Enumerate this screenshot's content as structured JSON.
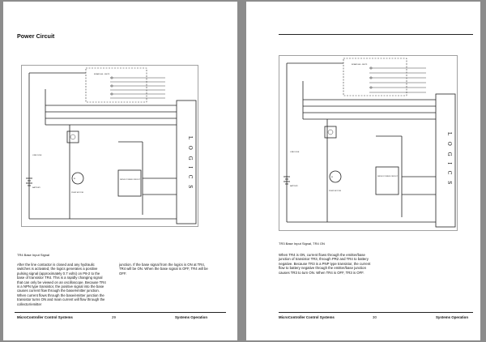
{
  "left_page": {
    "title": "Power Circuit",
    "diagram": {
      "logic_label": "L O G I C S",
      "board_label": "BOARD AS - 86079",
      "drive_circuit_label": "DRIVE POWER CIRCUIT",
      "pump_motor_label": "PUMP MOTOR",
      "battery_label": "BATTERY",
      "line_fuse_label": "LINE FUSE"
    },
    "caption": "TR4 Base Input Signal",
    "paragraph_1": "After the line contactor is closed and any hydraulic switches is activated, the logics generates a positive pulsing signal (approximately 0.7 volts) on P8-2 to the base of transistor TR4. This is a rapidly changing signal that can only be viewed on an oscilloscope. Because TR4 is a NPN type transistor, the positive signal into the base causes current flow through the base/emitter junction. When current flows through the base/emitter junction the transistor turns ON and main current will flow through the collector/emitter",
    "paragraph_2": "junction. If the base signal from the logics is ON at TR4, TR4 will be ON. When the base signal is OFF, TR4 will be OFF.",
    "footer": {
      "left": "MicroController Control Systems",
      "page_number": "29",
      "right": "Systems Operation"
    }
  },
  "right_page": {
    "title": "",
    "diagram": {
      "logic_label": "L O G I C S",
      "board_label": "BOARD AS - 86079",
      "drive_circuit_label": "DRIVE POWER CIRCUIT",
      "pump_motor_label": "PUMP MOTOR",
      "battery_label": "BATTERY",
      "line_fuse_label": "LINE FUSE"
    },
    "caption": "TR3 Base Input Signal, TR4 ON",
    "paragraph_1": "When TR4 is ON, current flows through the emitter/base junction of transistor TR3, through PR2 and TR4 to battery negative. Because TR3 is a PNP type transistor, the current flow to battery negative through the emitter/base junction causes TR3 to turn ON. When TR4 is OFF, TR3 is OFF.",
    "footer": {
      "left": "MicroController Control Systems",
      "page_number": "30",
      "right": "Systems Operation"
    }
  }
}
